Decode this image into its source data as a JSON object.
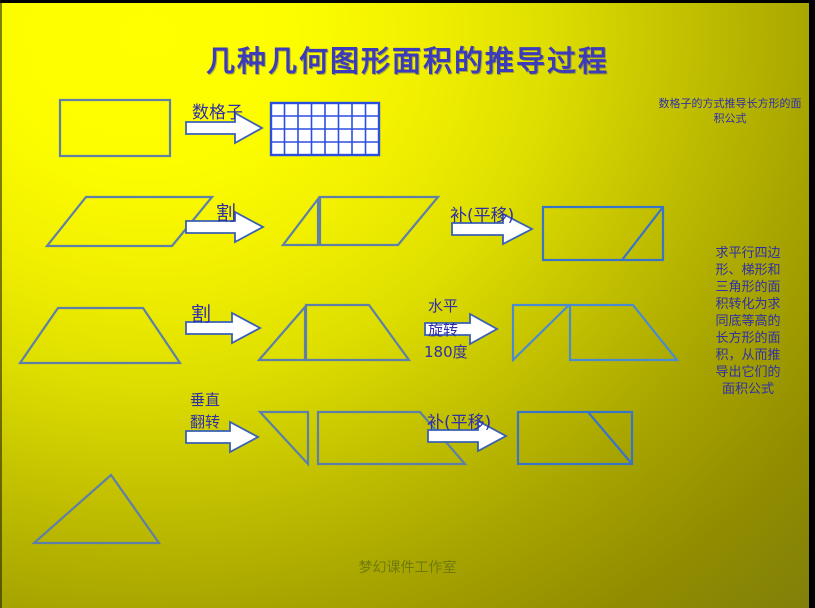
{
  "slide": {
    "title": "几种几何图形面积的推导过程",
    "footer": "梦幻课件工作室",
    "background_start": "#ffff00",
    "background_end": "#7c7a10",
    "shape_stroke": "#4a7fc1",
    "text_color": "#2f2fa8"
  },
  "notes": {
    "top_right": "数格子的方式推导长方形的面积公式",
    "right_side": "求平行四边形、梯形和三角形的面积转化为求同底等高的长方形的面积，从而推导出它们的面积公式"
  },
  "rows": [
    {
      "id": "rectangle-grid-row",
      "labels": [
        "数格子"
      ],
      "shapes": [
        "rectangle-outline",
        "counting-grid"
      ],
      "grid": {
        "cols": 8,
        "rows": 4
      }
    },
    {
      "id": "parallelogram-row",
      "labels": [
        "割",
        "补(平移)"
      ],
      "shapes": [
        "parallelogram",
        "cut-triangle-and-parallelogram",
        "rectangle-with-diagonal"
      ]
    },
    {
      "id": "trapezoid-row",
      "labels": [
        "割",
        "水平",
        "旋转",
        "180度"
      ],
      "shapes": [
        "trapezoid",
        "cut-trapezoid-pieces",
        "rotated-trapezoid-pieces"
      ]
    },
    {
      "id": "triangle-row",
      "labels": [
        "垂直",
        "翻转",
        "补(平移)"
      ],
      "shapes": [
        "flipped-triangle-and-parallelogram",
        "rectangle-with-diagonal"
      ]
    },
    {
      "id": "triangle-base-row",
      "labels": [],
      "shapes": [
        "triangle"
      ]
    }
  ],
  "labels": {
    "count_grid": "数格子",
    "cut_1": "割",
    "fill_translate_1": "补(平移)",
    "cut_2": "割",
    "horizontal": "水平",
    "rotate": "旋转",
    "degrees_180": "180度",
    "vertical": "垂直",
    "flip": "翻转",
    "fill_translate_2": "补(平移)"
  }
}
